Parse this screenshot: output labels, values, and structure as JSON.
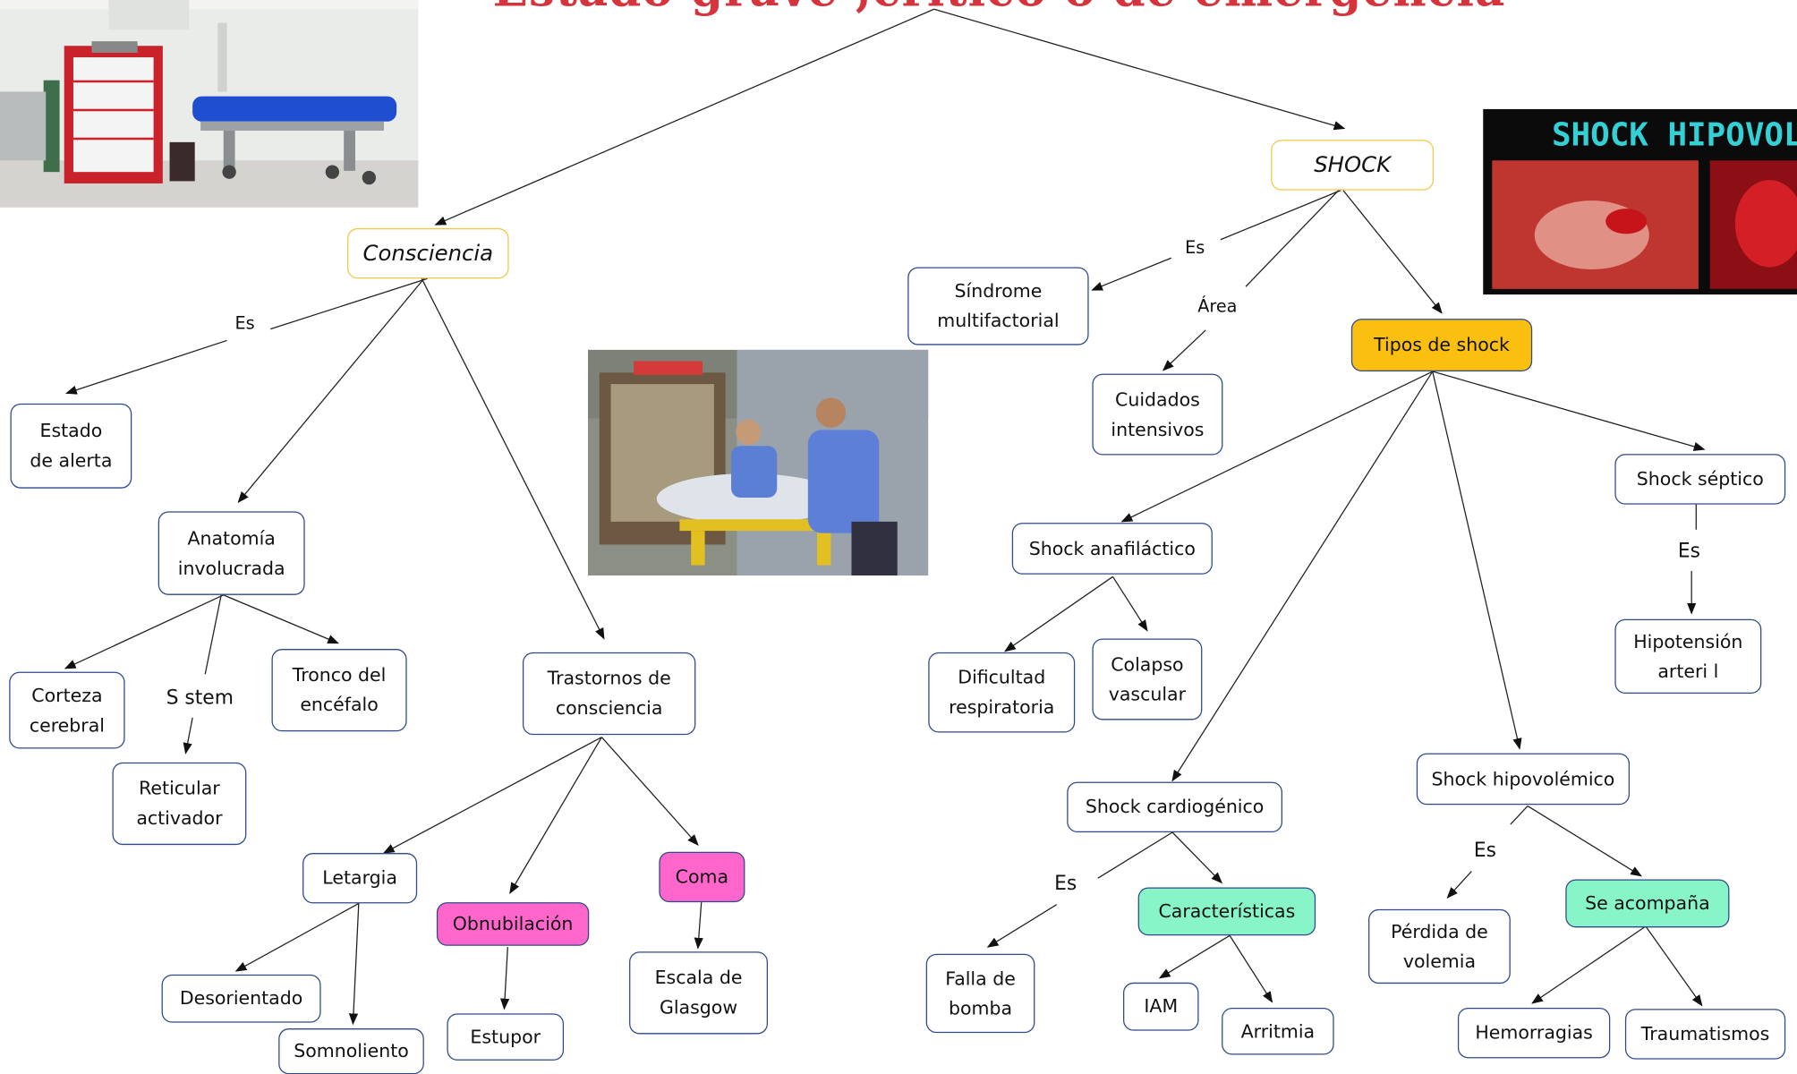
{
  "title": "Estado grave ,crítico o de emergencia",
  "nodes": {
    "shock": "SHOCK",
    "consciencia": "Consciencia",
    "sindrome": "Síndrome\nmultifactorial",
    "cuidados": "Cuidados\nintensivos",
    "tipos": "Tipos de shock",
    "septico": "Shock séptico",
    "hipotension": "Hipotensión\narteri l",
    "anafilactico": "Shock anafiláctico",
    "dificultad": "Dificultad\nrespiratoria",
    "colapso": "Colapso\nvascular",
    "cardiogenico": "Shock cardiogénico",
    "caracteristicas": "Características",
    "falla": "Falla de\nbomba",
    "iam": "IAM",
    "arritmia": "Arritmia",
    "hipovolemico": "Shock hipovolémico",
    "perdida": "Pérdida de\nvolemia",
    "acompana": "Se acompaña",
    "hemorragias": "Hemorragias",
    "traumatismos": "Traumatismos",
    "estado_alerta": "Estado\nde alerta",
    "anatomia": "Anatomía\ninvolucrada",
    "corteza": "Corteza\ncerebral",
    "tronco": "Tronco del\nencéfalo",
    "reticular": "Reticular\nactivador",
    "trastornos": "Trastornos de\nconsciencia",
    "letargia": "Letargia",
    "obnubilacion": "Obnubilación",
    "coma": "Coma",
    "desorientado": "Desorientado",
    "somnoliento": "Somnoliento",
    "estupor": "Estupor",
    "glasgow": "Escala de\nGlasgow"
  },
  "labels": {
    "es_consciencia": "Es",
    "es_shock": "Es",
    "area": "Área",
    "sstem": "S stem",
    "es_septico": "Es",
    "es_cardio": "Es",
    "es_hipo": "Es"
  },
  "photos": {
    "shock_banner": "SHOCK HIPOVOLÉMICO"
  },
  "colors": {
    "title": "#d6343d",
    "node_border": "#2f4a8c",
    "yellow_border": "#f0c84a",
    "orange": "#fbbf0f",
    "pink": "#ff66cc",
    "mint": "#88f5c8"
  }
}
